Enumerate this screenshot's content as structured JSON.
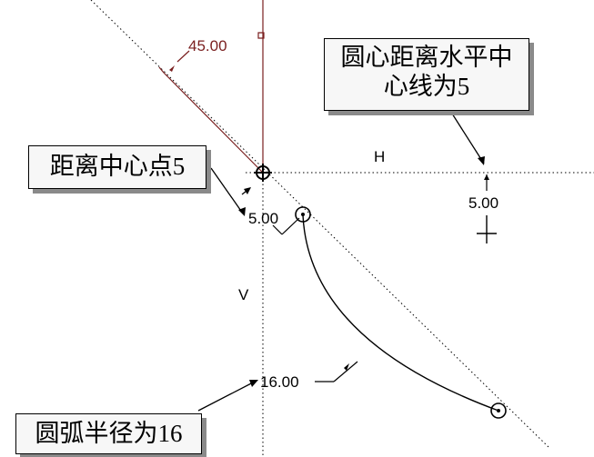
{
  "dimensions": {
    "angle": "45.00",
    "center_distance": "5.00",
    "horizontal_offset": "5.00",
    "radius": "16.00"
  },
  "axes": {
    "horizontal": "H",
    "vertical": "V"
  },
  "callouts": {
    "horizontal_centerline": [
      "圆心距离水平中",
      "心线为5"
    ],
    "center_distance": "距离中心点5",
    "arc_radius": "圆弧半径为16"
  },
  "colors": {
    "angle_dimension": "#7a1f1f",
    "geometry": "#000000",
    "callout_fill": "#f7f7f7",
    "callout_shadow": "#8a8a8a"
  }
}
